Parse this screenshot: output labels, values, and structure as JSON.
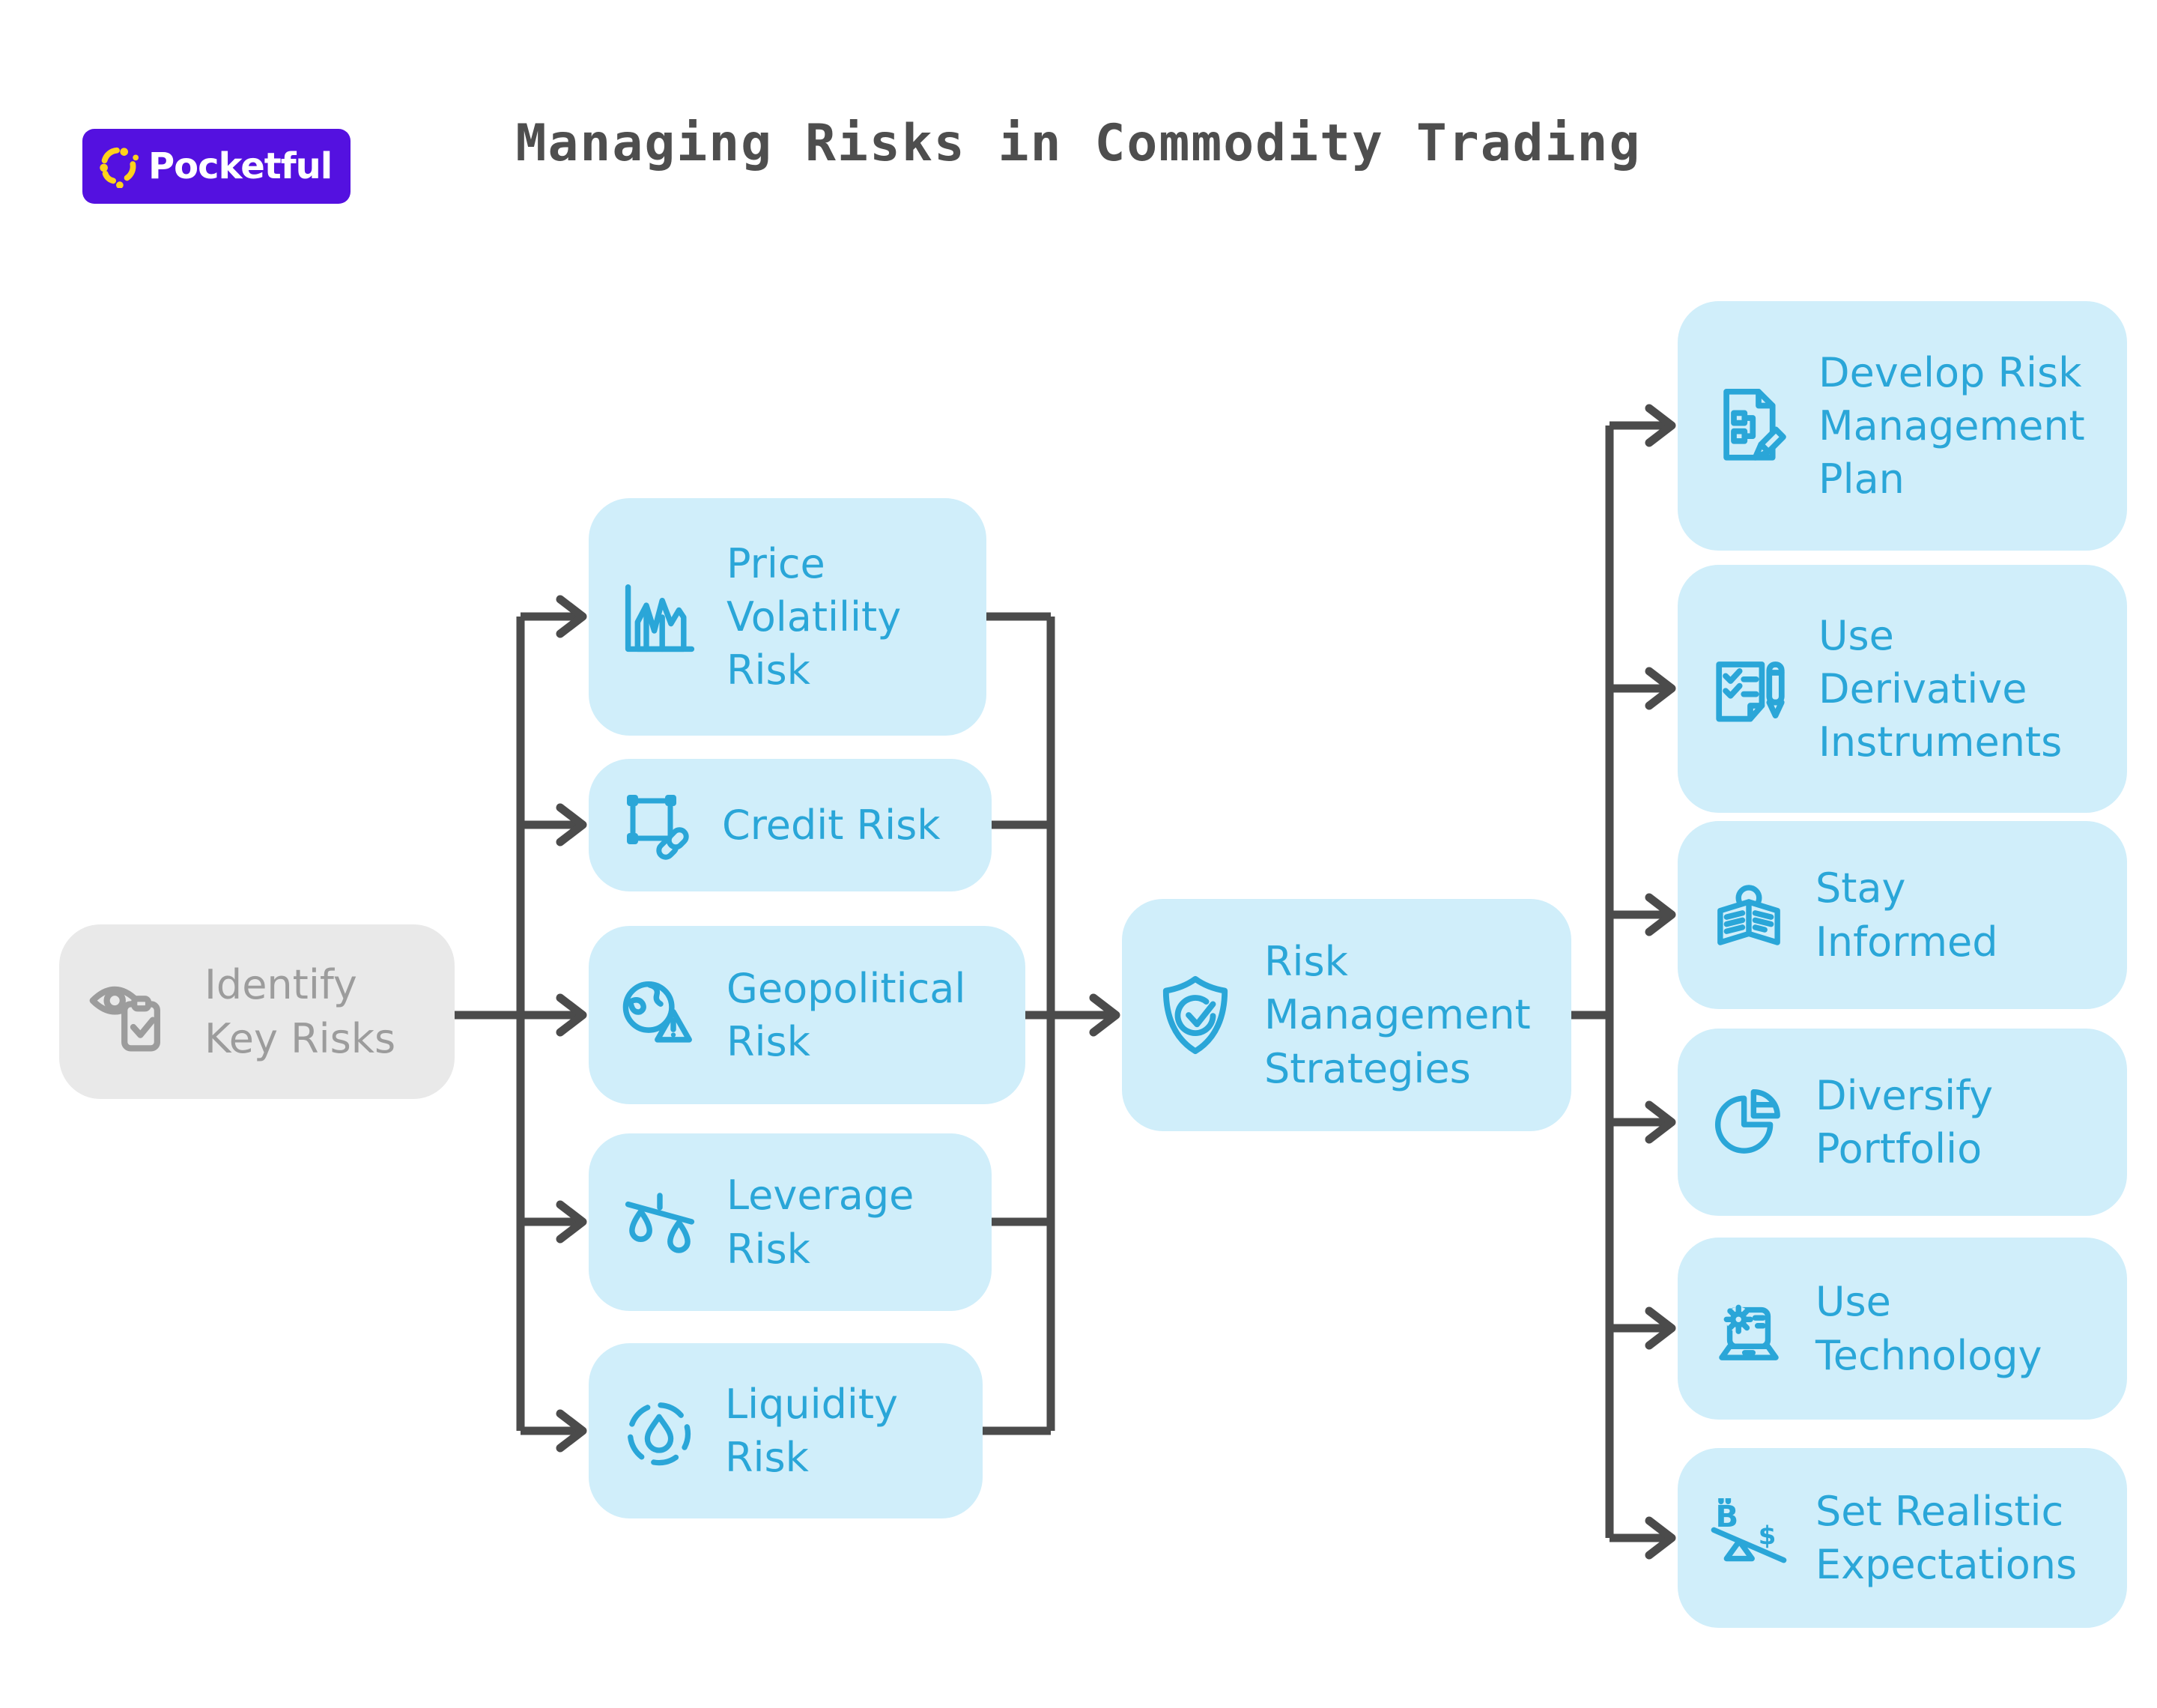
{
  "header": {
    "logo_text": "Pocketful",
    "title": "Managing Risks in Commodity Trading"
  },
  "colors": {
    "accent_blue": "#2aa6d8",
    "box_blue": "#d0eefa",
    "box_gray": "#e9e9e9",
    "text_gray": "#9c9c9c",
    "connector_gray": "#4b4b4b",
    "title_gray": "#4e4e4e",
    "logo_purple": "#5411e0",
    "logo_yellow": "#ffd21c"
  },
  "root_node": {
    "label": "Identify\nKey Risks",
    "icon": "eye-clipboard-icon"
  },
  "risks": [
    {
      "label": "Price\nVolatility\nRisk",
      "icon": "volatility-chart-icon"
    },
    {
      "label": "Credit Risk",
      "icon": "frame-chain-link-icon"
    },
    {
      "label": "Geopolitical\nRisk",
      "icon": "globe-warning-icon"
    },
    {
      "label": "Leverage\nRisk",
      "icon": "balance-scale-icon"
    },
    {
      "label": "Liquidity\nRisk",
      "icon": "water-drop-icon"
    }
  ],
  "hub": {
    "label": "Risk\nManagement\nStrategies",
    "icon": "shield-check-icon"
  },
  "strategies": [
    {
      "label": "Develop Risk\nManagement\nPlan",
      "icon": "document-pencil-icon"
    },
    {
      "label": "Use\nDerivative\nInstruments",
      "icon": "checklist-pen-icon"
    },
    {
      "label": "Stay\nInformed",
      "icon": "newspaper-reader-icon"
    },
    {
      "label": "Diversify\nPortfolio",
      "icon": "pie-chart-icon"
    },
    {
      "label": "Use\nTechnology",
      "icon": "laptop-gear-icon"
    },
    {
      "label": "Set Realistic\nExpectations",
      "icon": "seesaw-balance-icon"
    }
  ]
}
